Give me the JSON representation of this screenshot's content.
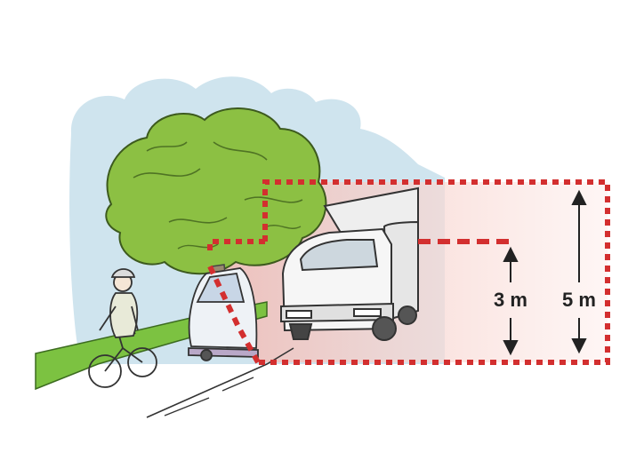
{
  "labels": {
    "height_3": "3 m",
    "height_5": "5 m"
  },
  "colors": {
    "zone_border": "#d32f2f",
    "zone_fill": "#f6c9c3",
    "sky": "#cfe4ee",
    "tree": "#8cc043",
    "grass": "#7cc241",
    "truck": "#f2f2f2",
    "outline": "#333333"
  },
  "icons": [
    "tree-illustration",
    "cyclist-illustration",
    "microcar-illustration",
    "truck-illustration",
    "arrow-icon"
  ]
}
